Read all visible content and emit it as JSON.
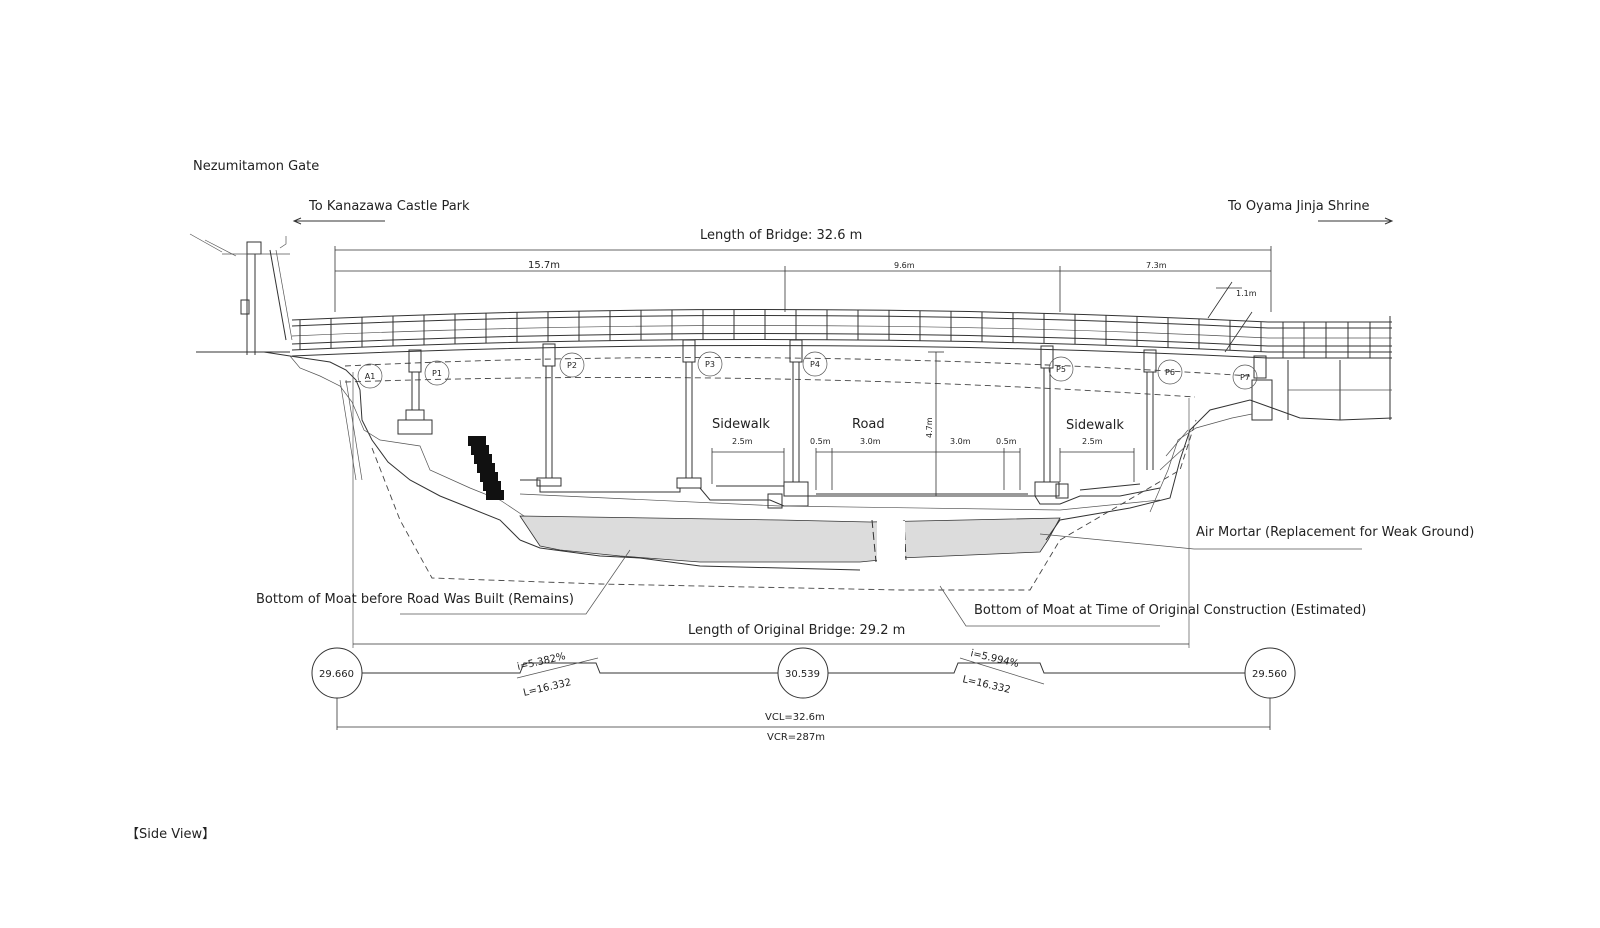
{
  "labels": {
    "gate": "Nezumitamon Gate",
    "to_left": "To Kanazawa Castle Park",
    "to_right": "To Oyama Jinja Shrine",
    "bridge_length": "Length of Bridge: 32.6 m",
    "span_1": "15.7m",
    "span_2": "9.6m",
    "span_3": "7.3m",
    "rail_height": "1.1m",
    "clearance": "4.7m",
    "sidewalk_left": "Sidewalk",
    "road": "Road",
    "sidewalk_right": "Sidewalk",
    "sw_left_width": "2.5m",
    "shoulder_left": "0.5m",
    "lane_left": "3.0m",
    "lane_right": "3.0m",
    "shoulder_right": "0.5m",
    "sw_right_width": "2.5m",
    "air_mortar": "Air Mortar (Replacement for Weak Ground)",
    "moat_remains": "Bottom of Moat before Road Was Built (Remains)",
    "moat_original": "Bottom of Moat at Time of Original Construction (Estimated)",
    "original_length": "Length of Original Bridge: 29.2 m",
    "view_title": "【Side View】"
  },
  "piers": [
    "A1",
    "P1",
    "P2",
    "P3",
    "P4",
    "P5",
    "P6",
    "P7"
  ],
  "profile": {
    "elev_left": "29.660",
    "elev_mid": "30.539",
    "elev_right": "29.560",
    "grade_left": "i=5.382%",
    "length_left": "L=16.332",
    "grade_right": "i=5.994%",
    "length_right": "L=16.332",
    "vcl": "VCL=32.6m",
    "vcr": "VCR=287m"
  },
  "colors": {
    "air_mortar_fill": "#dcdcdc",
    "ink": "#333333",
    "stair_block": "#111111"
  }
}
